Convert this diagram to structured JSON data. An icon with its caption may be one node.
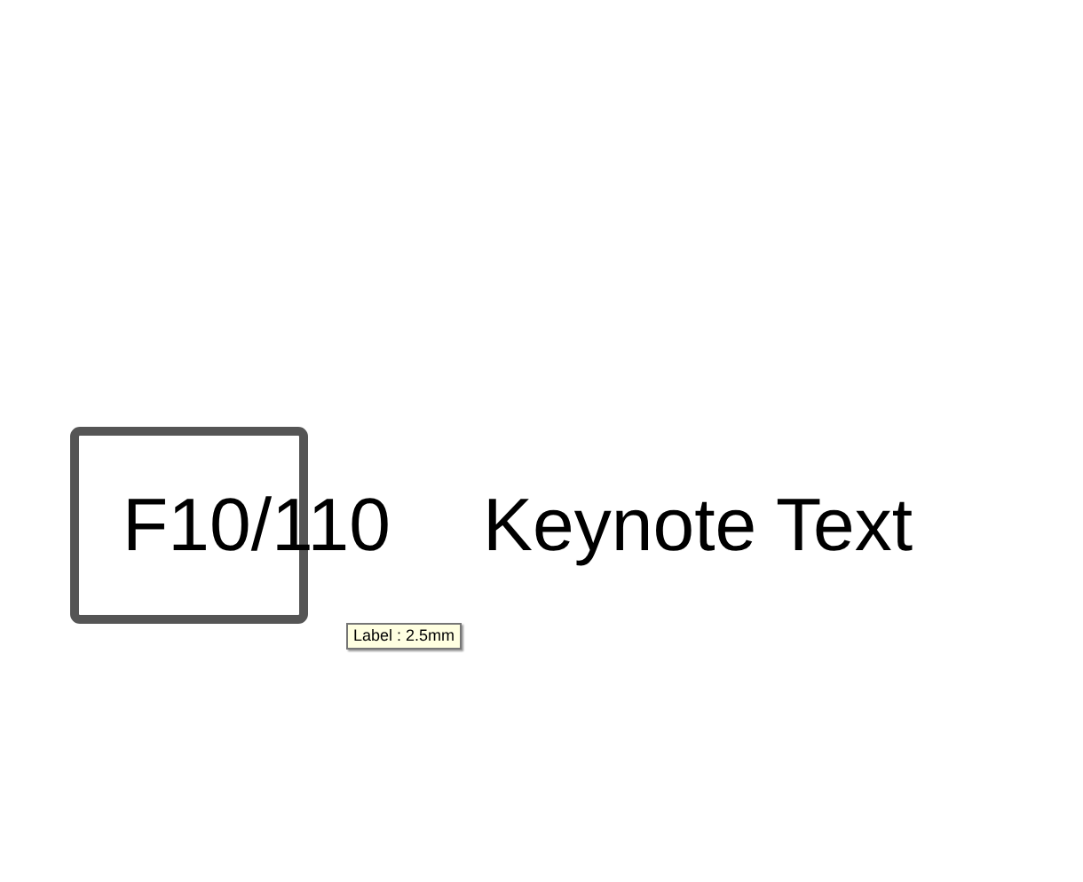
{
  "diagram": {
    "labels": [
      "F10/110",
      "Keynote Text",
      "Label : 2.5mm"
    ]
  }
}
